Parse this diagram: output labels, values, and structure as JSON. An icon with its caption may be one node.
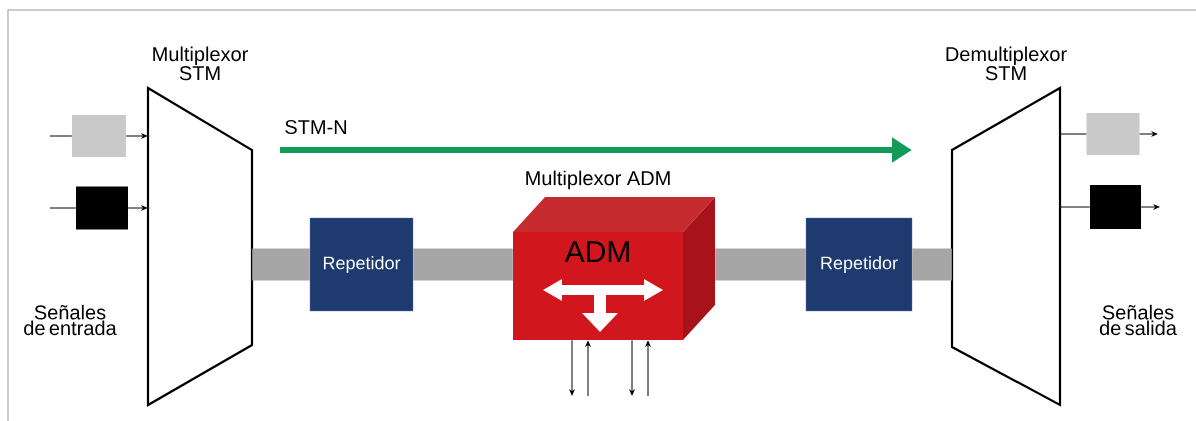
{
  "diagram": {
    "nodes": [
      {
        "text": [
          "Multiplexor STM"
        ]
      },
      {
        "text": [],
        "shape": "box"
      },
      {
        "text": [],
        "shape": "box"
      },
      {
        "text": [
          "Repetidor"
        ]
      },
      {
        "text": [
          "Multiplexor ADM",
          "ADM"
        ]
      },
      {
        "text": [
          "Repetidor"
        ]
      },
      {
        "text": [
          "Demultiplexor STM"
        ]
      },
      {
        "text": [],
        "shape": "box"
      },
      {
        "text": [],
        "shape": "box"
      }
    ],
    "edges": [
      {
        "from": null,
        "to": 1,
        "arrow": "none"
      },
      {
        "from": 1,
        "to": 0,
        "arrow": "to"
      },
      {
        "from": null,
        "to": 2,
        "arrow": "none"
      },
      {
        "from": 2,
        "to": 0,
        "arrow": "to"
      },
      {
        "from": 0,
        "to": 3,
        "arrow": "none",
        "style": "thick",
        "color": "#a6a6a6"
      },
      {
        "from": 3,
        "to": 4,
        "arrow": "none",
        "style": "thick",
        "color": "#a6a6a6"
      },
      {
        "from": 4,
        "to": 5,
        "arrow": "none",
        "style": "thick",
        "color": "#a6a6a6"
      },
      {
        "from": 5,
        "to": 6,
        "arrow": "none",
        "style": "thick",
        "color": "#a6a6a6"
      },
      {
        "from": 6,
        "to": 7,
        "arrow": "none"
      },
      {
        "from": 7,
        "to": null,
        "arrow": "to"
      },
      {
        "from": 6,
        "to": 8,
        "arrow": "none"
      },
      {
        "from": 8,
        "to": null,
        "arrow": "to"
      },
      {
        "from": 4,
        "to": null,
        "arrow": "to"
      },
      {
        "from": null,
        "to": 4,
        "arrow": "to"
      },
      {
        "from": 4,
        "to": null,
        "arrow": "to"
      },
      {
        "from": null,
        "to": 4,
        "arrow": "to"
      }
    ],
    "labels": [
      "STM-N",
      "Señales de entrada",
      "Señales de salida"
    ]
  }
}
